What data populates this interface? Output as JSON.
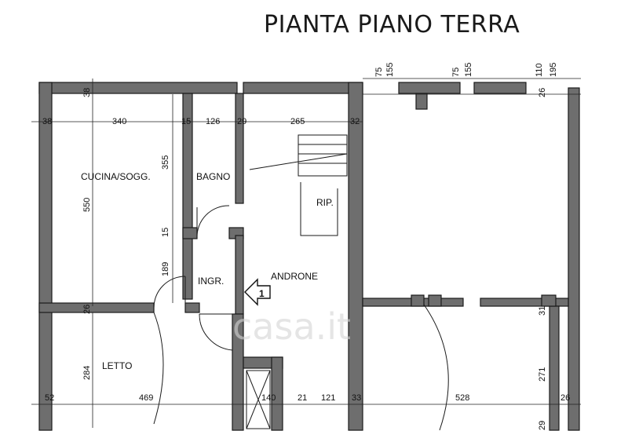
{
  "title": "PIANTA PIANO TERRA",
  "rooms": {
    "cucina": "CUCINA/SOGG.",
    "bagno": "BAGNO",
    "rip": "RIP.",
    "ingr": "INGR.",
    "androne": "ANDRONE",
    "letto": "LETTO"
  },
  "entrance_marker": "1",
  "watermark": "casa.it",
  "dimensions": {
    "d38a": "38",
    "d340": "340",
    "d15a": "15",
    "d126": "126",
    "d29a": "29",
    "d265": "265",
    "d32": "32",
    "d38b": "38",
    "d355": "355",
    "d550": "550",
    "d15b": "15",
    "d189": "189",
    "d26a": "26",
    "d284": "284",
    "d52": "52",
    "d469": "469",
    "d140": "140",
    "d21a": "21",
    "d121": "121",
    "d33": "33",
    "d528": "528",
    "d271": "271",
    "d31": "31",
    "d26b": "26",
    "d29b": "29",
    "d75a": "75",
    "d155a": "155",
    "d75b": "75",
    "d155b": "155",
    "d110": "110",
    "d26c": "26",
    "d195": "195"
  }
}
